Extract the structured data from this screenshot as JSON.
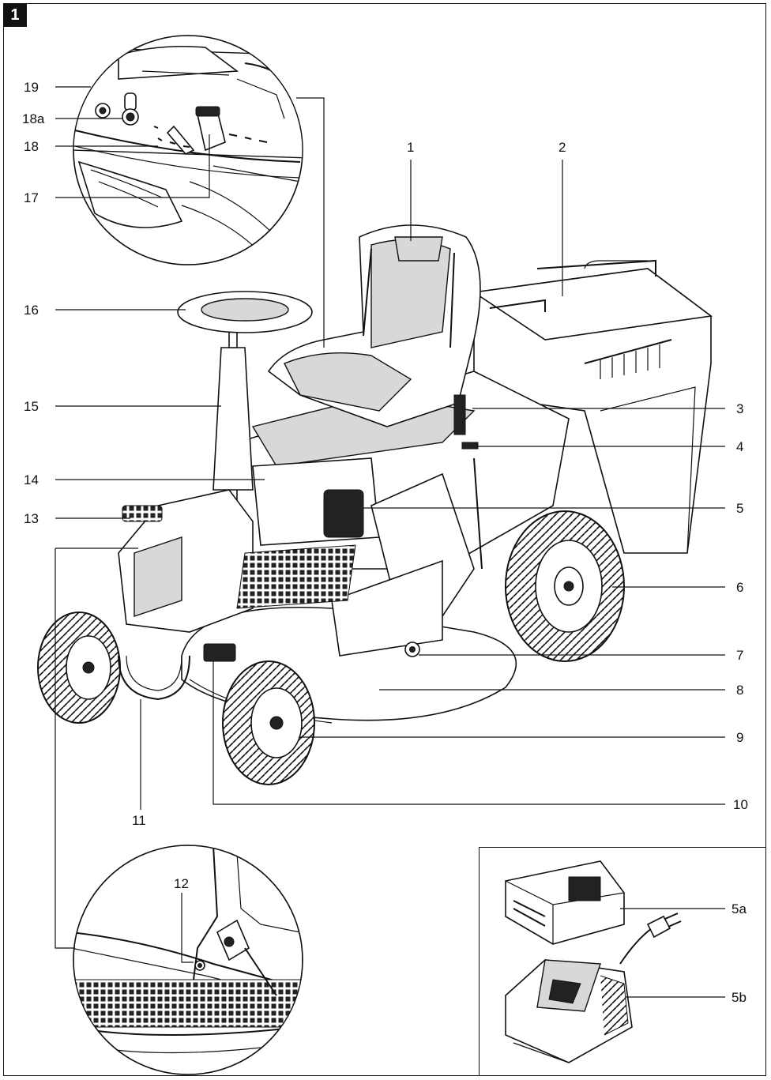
{
  "figure": {
    "number": "1"
  },
  "callouts": {
    "c1": "1",
    "c2": "2",
    "c3": "3",
    "c4": "4",
    "c5": "5",
    "c5a": "5a",
    "c5b": "5b",
    "c6": "6",
    "c7": "7",
    "c8": "8",
    "c9": "9",
    "c10": "10",
    "c11": "11",
    "c12": "12",
    "c13": "13",
    "c14": "14",
    "c15": "15",
    "c16": "16",
    "c17": "17",
    "c18": "18",
    "c18a": "18a",
    "c19": "19"
  }
}
